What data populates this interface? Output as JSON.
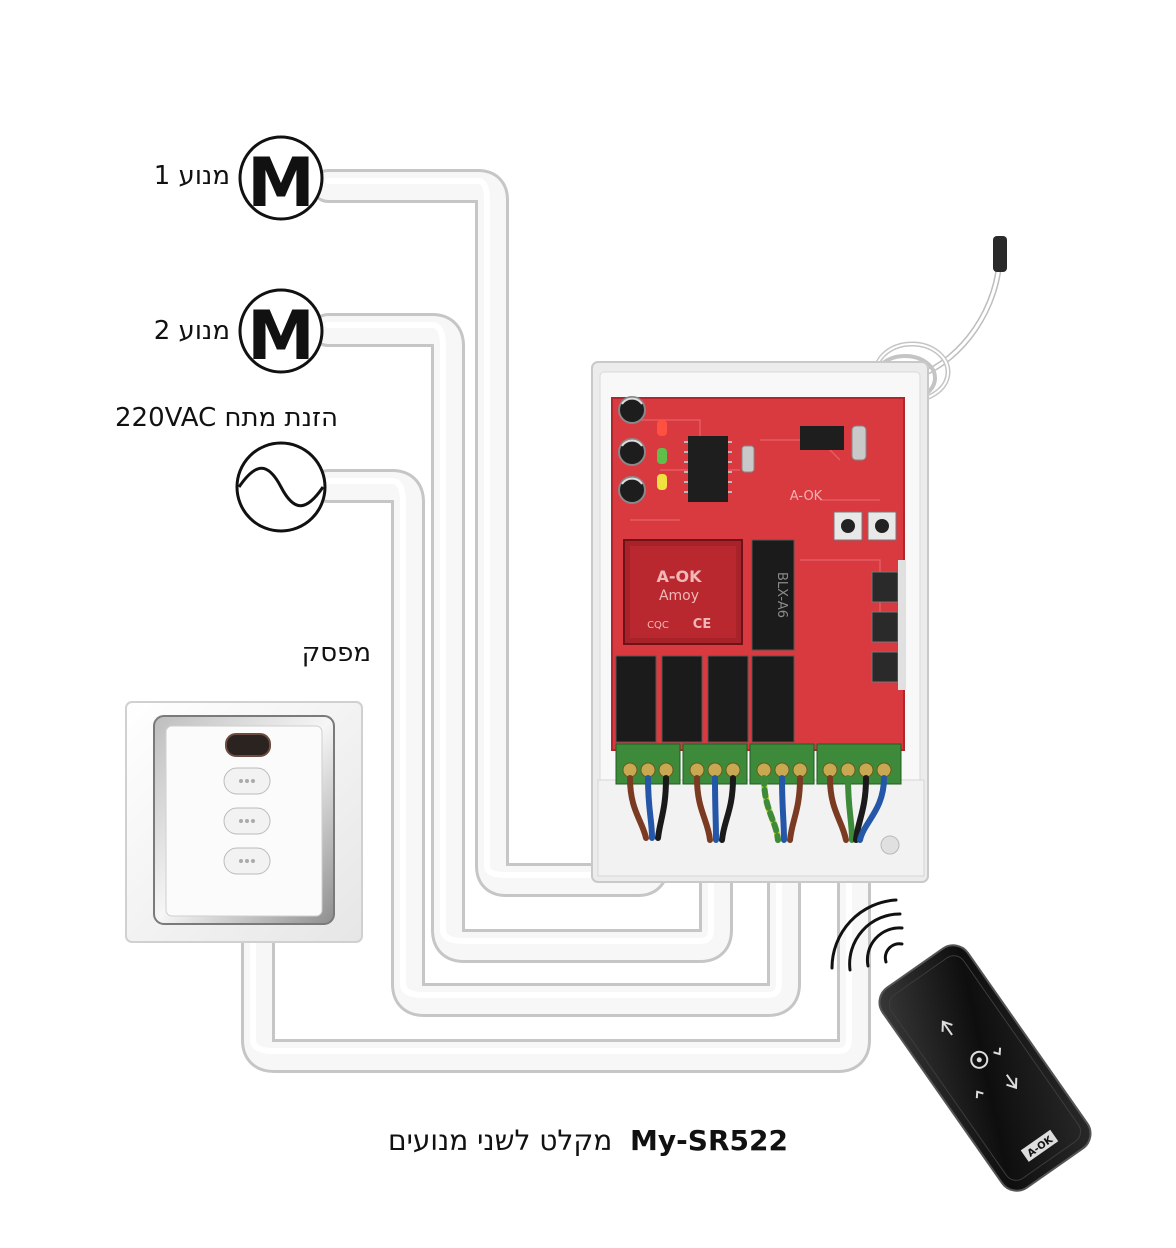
{
  "labels": {
    "motor1": "מנוע 1",
    "motor2": "מנוע 2",
    "power": "הזנת מתח 220VAC",
    "switch": "מפסק"
  },
  "symbols": {
    "motor_letter": "M"
  },
  "board": {
    "brand": "A-OK",
    "transformer_brand": "A-OK",
    "transformer_sub": "Amoy",
    "transformer_cert": "CE",
    "transformer_mark": "CQC",
    "relay_text": "BLX-A6"
  },
  "remote": {
    "brand": "A-OK"
  },
  "caption": {
    "model": "My-SR522",
    "text": "מקלט לשני מנועים"
  },
  "colors": {
    "board_red": "#d93a40",
    "cable_white": "#f4f4f4",
    "cable_edge": "#c8c8c8",
    "terminal_green": "#3d8a3a",
    "wire_brown": "#7a3b22",
    "wire_blue": "#2457a8",
    "wire_black": "#1a1a1a",
    "wire_yellow_green": "#b8c91e"
  }
}
